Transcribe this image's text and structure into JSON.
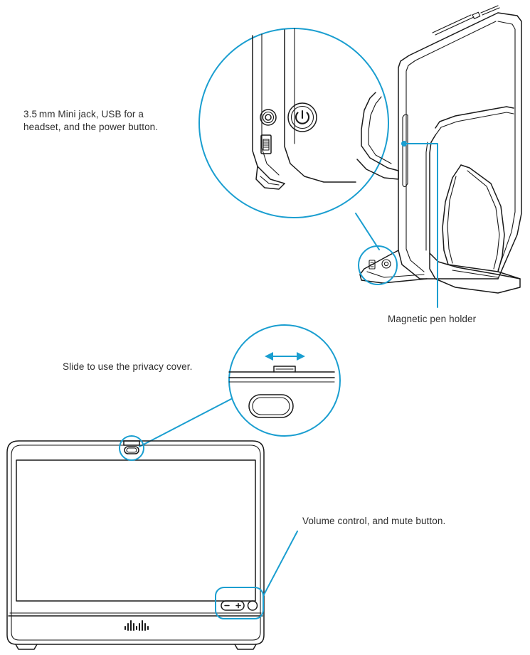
{
  "document": {
    "kind": "product-hardware-callout-diagram",
    "device": "Cisco desktop video collaboration touchscreen device",
    "accent_color": "#1a9ed0",
    "line_color": "#1a1a1a",
    "background": "#ffffff"
  },
  "callouts": [
    {
      "id": "ports",
      "label": "3.5 mm Mini jack, USB for a\nheadset, and the power button.",
      "line1": "3.5 mm Mini jack, USB for a",
      "line2": "headset, and the power button.",
      "magnifier": "circle",
      "features": [
        "3.5 mm mini jack",
        "USB port",
        "power button"
      ]
    },
    {
      "id": "pen-holder",
      "label": "Magnetic pen holder",
      "magnifier": "none",
      "features": [
        "magnetic pen holder groove"
      ]
    },
    {
      "id": "privacy-cover",
      "label": "Slide to use the privacy cover.",
      "magnifier": "circle",
      "features": [
        "camera privacy slider",
        "camera lens"
      ]
    },
    {
      "id": "volume-mute",
      "label": "Volume control, and mute button.",
      "magnifier": "rounded-rect-highlight",
      "features": [
        "volume rocker minus",
        "volume rocker plus",
        "mute button"
      ]
    }
  ],
  "views": {
    "rear_three_quarter": {
      "name": "Rear three-quarter view with stand",
      "parts": [
        "screen back",
        "stand",
        "pen holder groove",
        "speaker grille",
        "bottom port area"
      ]
    },
    "front": {
      "name": "Front view",
      "parts": [
        "display",
        "bezel",
        "camera",
        "cisco logo",
        "volume control",
        "mute button",
        "feet"
      ]
    }
  },
  "symbols": {
    "power": "power-symbol",
    "volume_down": "−",
    "volume_up": "+",
    "brand_mark": "cisco-logo"
  }
}
